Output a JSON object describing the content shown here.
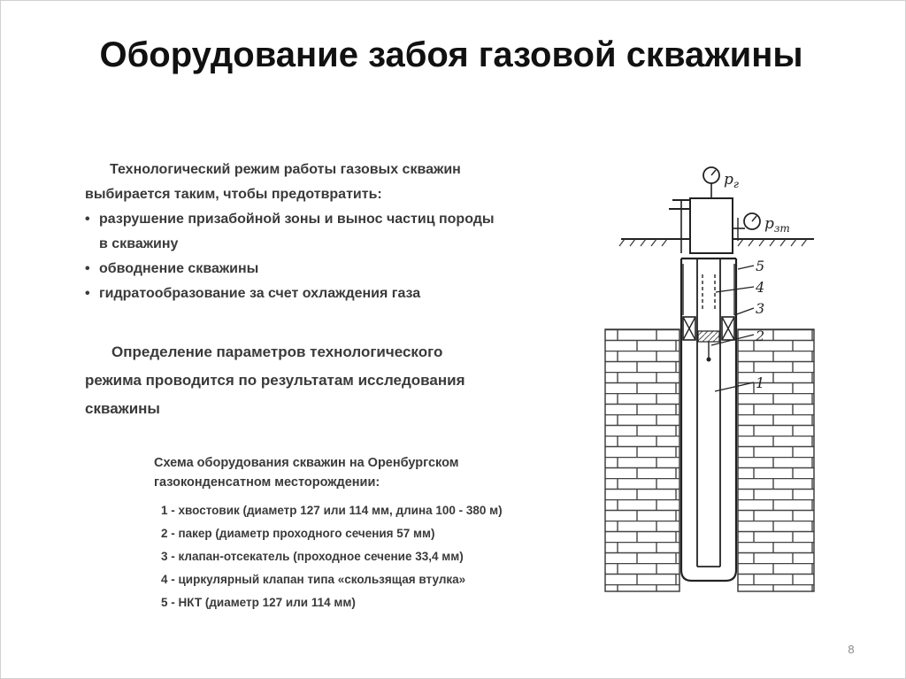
{
  "slide": {
    "title": "Оборудование забоя газовой скважины",
    "page_number": "8"
  },
  "intro": {
    "line1": "Технологический режим работы газовых скважин",
    "line2": "выбирается таким, чтобы предотвратить:",
    "bullets": [
      {
        "line1": "разрушение призабойной зоны и вынос частиц породы",
        "line2": "в скважину"
      },
      {
        "line1": "обводнение скважины",
        "line2": ""
      },
      {
        "line1": "гидратообразование за счет охлаждения газа",
        "line2": ""
      }
    ]
  },
  "params": {
    "line1": "Определение параметров технологического",
    "line2": "режима проводится по результатам исследования",
    "line3": "скважины"
  },
  "scheme": {
    "heading_line1": "Схема оборудования скважин на Оренбургском",
    "heading_line2": "газоконденсатном месторождении:",
    "legend": [
      "1 - хвостовик (диаметр 127 или 114 мм, длина 100 - 380 м)",
      "2 - пакер (диаметр проходного сечения 57 мм)",
      "3 - клапан-отсекатель (проходное сечение 33,4 мм)",
      "4 - циркулярный клапан типа «скользящая втулка»",
      "5 - НКТ (диаметр 127 или 114 мм)"
    ]
  },
  "diagram": {
    "gauge_wellhead": "p",
    "gauge_wellhead_sub": "г",
    "gauge_annulus": "p",
    "gauge_annulus_sub": "зт",
    "labels": [
      "5",
      "4",
      "3",
      "2",
      "1"
    ]
  }
}
